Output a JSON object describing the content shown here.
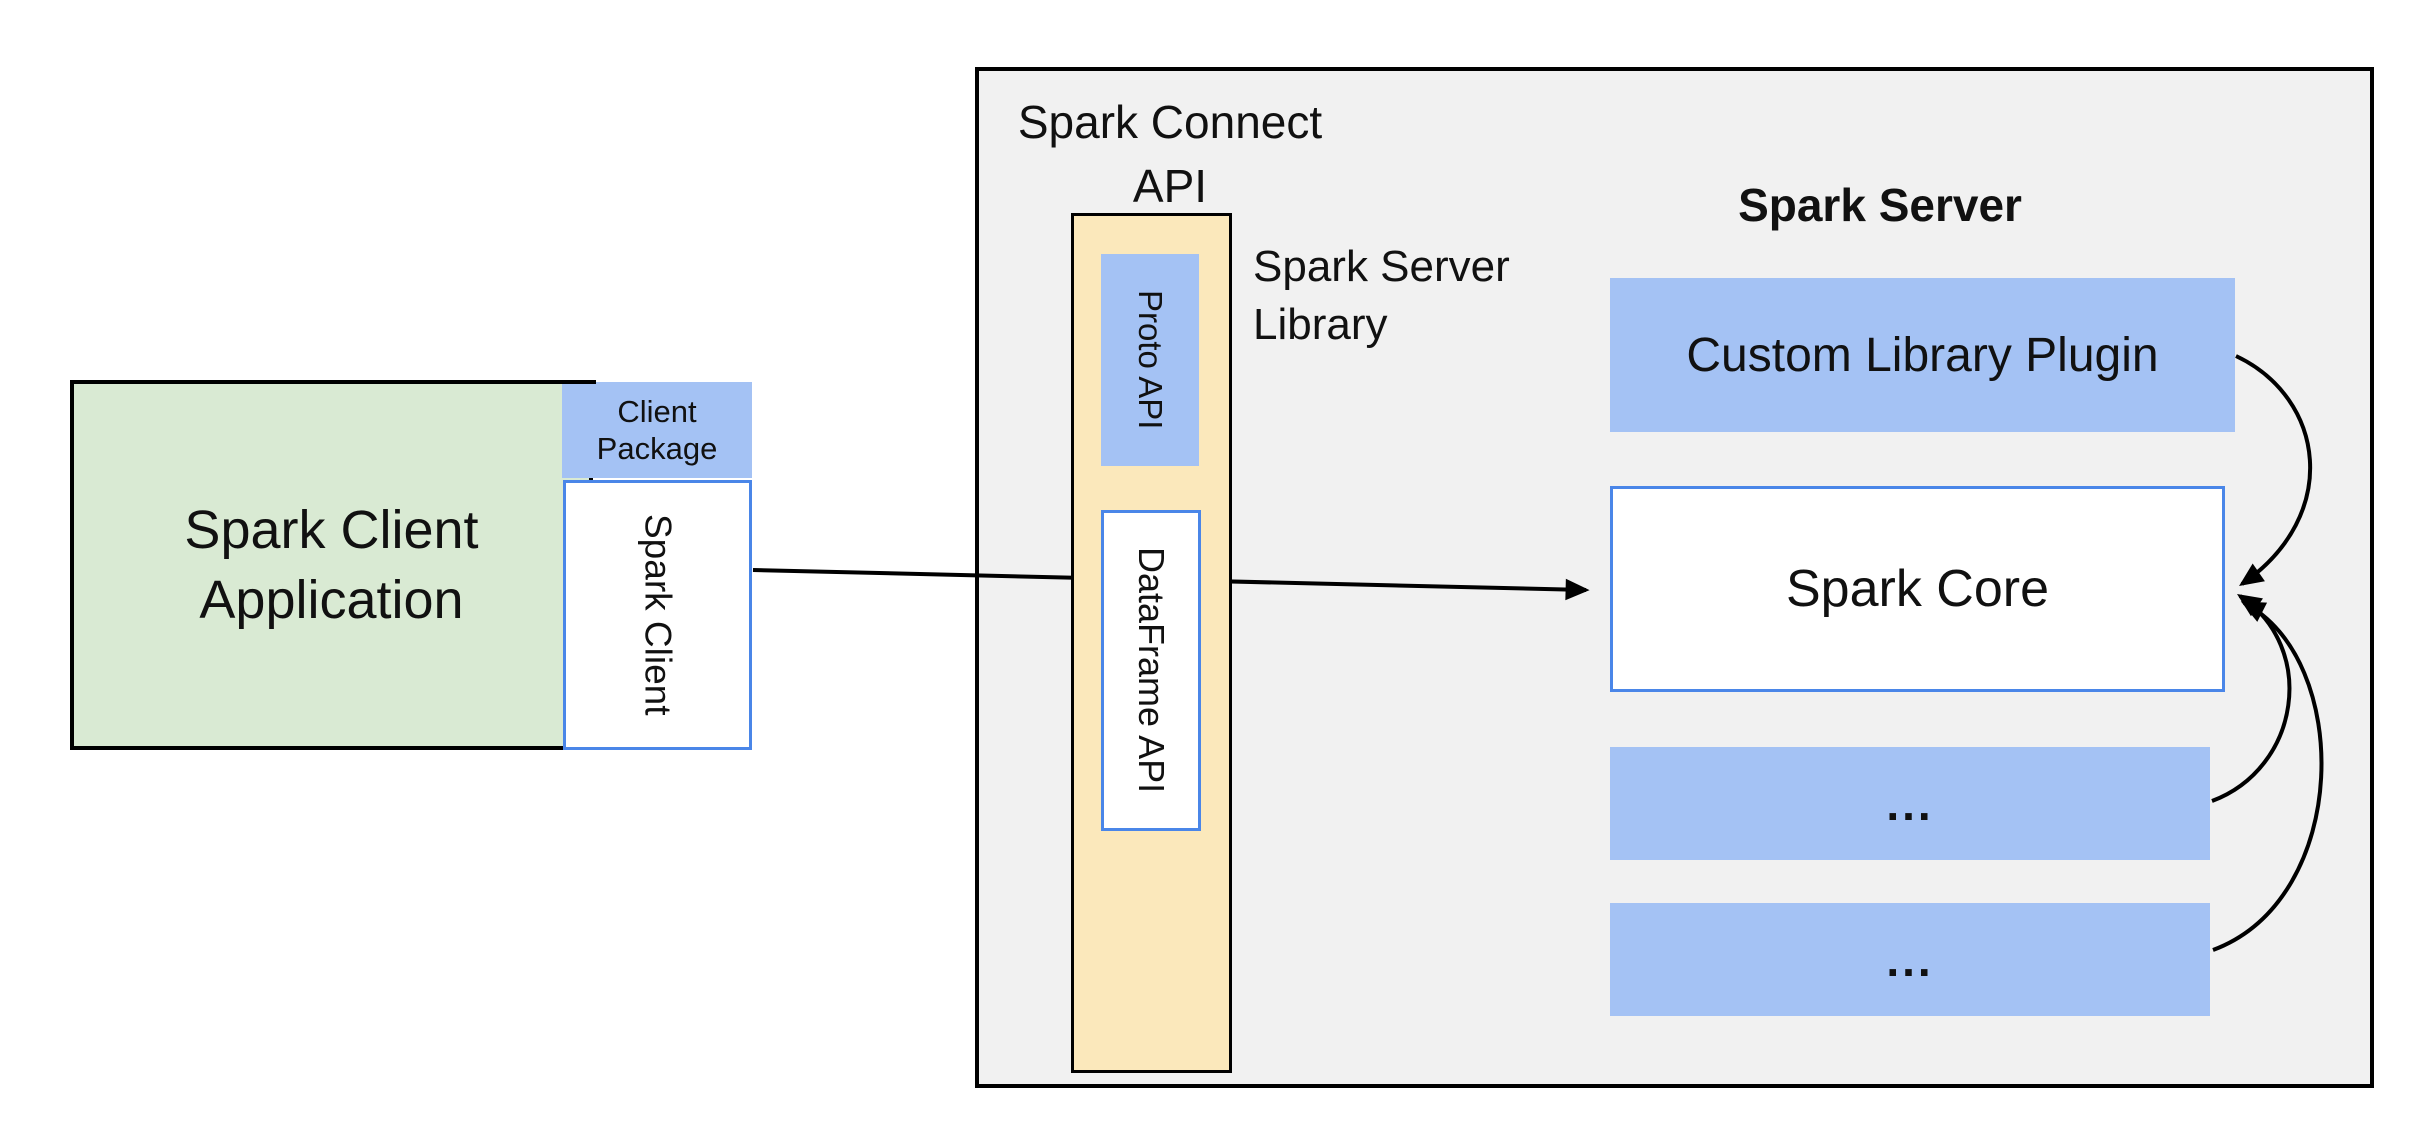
{
  "labels": {
    "spark_connect_api": "Spark Connect\nAPI",
    "spark_server_title": "Spark Server",
    "spark_server_library": "Spark Server\nLibrary",
    "client_application": "Spark Client\nApplication",
    "client_package": "Client\nPackage",
    "spark_client": "Spark Client",
    "proto_api": "Proto API",
    "dataframe_api": "DataFrame API",
    "custom_library_plugin": "Custom Library Plugin",
    "spark_core": "Spark Core",
    "placeholder_1": "...",
    "placeholder_2": "..."
  },
  "colors": {
    "box_blue": "#a4c2f4",
    "box_green": "#d9ead3",
    "box_cream": "#fbe8bb",
    "server_background": "#f1f1f1",
    "border_blue": "#4a86e8",
    "border_black": "#000000",
    "arrow_black": "#000000"
  },
  "connections": [
    {
      "from": "Spark Client",
      "to": "Spark Core",
      "style": "straight-arrow"
    },
    {
      "from": "Custom Library Plugin",
      "to": "Spark Core",
      "style": "curved-arrow"
    },
    {
      "from": "placeholder-1",
      "to": "Spark Core",
      "style": "curved-arrow"
    },
    {
      "from": "placeholder-2",
      "to": "Spark Core",
      "style": "curved-arrow"
    }
  ]
}
